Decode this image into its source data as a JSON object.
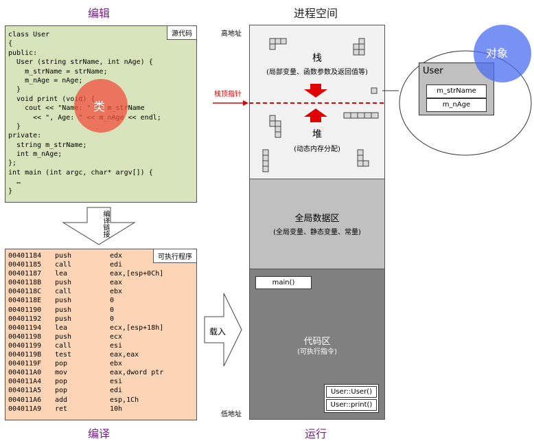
{
  "headings": {
    "edit": "编辑",
    "compile": "编译",
    "process_space": "进程空间",
    "run": "运行"
  },
  "source_panel": {
    "tag": "源代码",
    "lines": [
      "class User",
      "{",
      "public:",
      "  User (string strName, int nAge) {",
      "    m_strName = strName;",
      "    m_nAge = nAge;",
      "  }",
      "  void print (void) {",
      "    cout << \"Name: \" << m_strName",
      "      << \", Age: \" << m_nAge << endl;",
      "  }",
      "private:",
      "  string m_strName;",
      "  int m_nAge;",
      "};",
      "int main (int argc, char* argv[]) {",
      "  …",
      "}"
    ],
    "class_circle_label": "类"
  },
  "compile_arrow": {
    "label": "编译链接"
  },
  "exe_panel": {
    "tag": "可执行程序",
    "rows": [
      [
        "00401184",
        "push",
        "edx"
      ],
      [
        "00401185",
        "call",
        "edi"
      ],
      [
        "00401187",
        "lea",
        "eax,[esp+0Ch]"
      ],
      [
        "0040118B",
        "push",
        "eax"
      ],
      [
        "0040118C",
        "call",
        "ebx"
      ],
      [
        "0040118E",
        "push",
        "0"
      ],
      [
        "00401190",
        "push",
        "0"
      ],
      [
        "00401192",
        "push",
        "0"
      ],
      [
        "00401194",
        "lea",
        "ecx,[esp+18h]"
      ],
      [
        "00401198",
        "push",
        "ecx"
      ],
      [
        "00401199",
        "call",
        "esi"
      ],
      [
        "0040119B",
        "test",
        "eax,eax"
      ],
      [
        "0040119F",
        "pop",
        "ebx"
      ],
      [
        "004011A0",
        "mov",
        "eax,dword ptr"
      ],
      [
        "004011A4",
        "pop",
        "esi"
      ],
      [
        "004011A5",
        "pop",
        "edi"
      ],
      [
        "004011A6",
        "add",
        "esp,1Ch"
      ],
      [
        "004011A9",
        "ret",
        "10h"
      ]
    ]
  },
  "load_arrow": {
    "label": "载入"
  },
  "process": {
    "high_addr": "高地址",
    "low_addr": "低地址",
    "stack_pointer_label": "栈顶指针",
    "stack_title": "栈",
    "stack_sub": "(局部变量、函数参数及返回值等)",
    "heap_title": "堆",
    "heap_sub": "(动态内存分配)",
    "global_title": "全局数据区",
    "global_sub": "(全局变量、静态变量、常量)",
    "code_title": "代码区",
    "code_sub": "(可执行指令)",
    "main_box": "main()",
    "fn_user": "User::User()",
    "fn_print": "User::print()"
  },
  "object": {
    "circle_label": "对象",
    "class_name": "User",
    "field1": "m_strName",
    "field2": "m_nAge"
  },
  "colors": {
    "source_bg": "#d8e4bc",
    "exe_bg": "#fbd5b5",
    "heading": "#7a1f8a",
    "class_circle": "#f0503c",
    "object_circle": "#4a6cf0",
    "stack_bg": "#f2f2f2",
    "global_bg": "#c0c0c0",
    "code_bg": "#808080",
    "red": "#e00000"
  }
}
